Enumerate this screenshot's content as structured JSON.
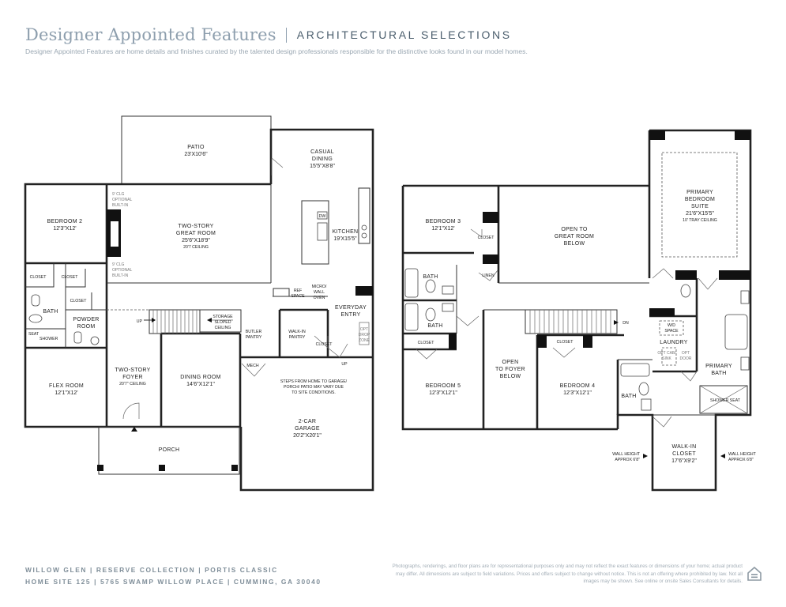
{
  "header": {
    "title": "Designer Appointed Features",
    "subtitle": "ARCHITECTURAL SELECTIONS",
    "description": "Designer Appointed Features are home details and finishes curated by the talented design professionals responsible for the distinctive looks found in our model homes."
  },
  "first_floor": {
    "patio": {
      "name": "PATIO",
      "dim": "23'X10'6\""
    },
    "casual_dining": {
      "name": "CASUAL",
      "name2": "DINING",
      "dim": "15'5\"X8'8\""
    },
    "bedroom2": {
      "name": "BEDROOM 2",
      "dim": "12'3\"X12'"
    },
    "great_room": {
      "name": "TWO-STORY",
      "name2": "GREAT ROOM",
      "dim": "25'6\"X18'9\"",
      "note": "20'7 CEILING"
    },
    "kitchen": {
      "name": "KITCHEN",
      "dim": "19'X15'5\""
    },
    "clg_top": {
      "l1": "9' CLG",
      "l2": "OPTIONAL",
      "l3": "BUILT-IN"
    },
    "clg_bottom": {
      "l1": "9' CLG",
      "l2": "OPTIONAL",
      "l3": "BUILT-IN"
    },
    "dw": "DW",
    "ref_space": {
      "l1": "REF",
      "l2": "SPACE"
    },
    "micro_wall_oven": {
      "l1": "MICRO/",
      "l2": "WALL",
      "l3": "OVEN"
    },
    "everyday_entry": {
      "l1": "EVERYDAY",
      "l2": "ENTRY"
    },
    "closet_a": "CLOSET",
    "closet_b": "CLOSET",
    "closet_c": "CLOSET",
    "closet_d": "CLOSET",
    "bath": "BATH",
    "powder_room": {
      "l1": "POWDER",
      "l2": "ROOM"
    },
    "seat": "SEAT",
    "shower": "SHOWER",
    "up_label": "UP",
    "up_label2": "UP",
    "storage": {
      "l1": "STORAGE",
      "l2": "SLOPED",
      "l3": "CEILING"
    },
    "butler_pantry": {
      "l1": "BUTLER",
      "l2": "PANTRY"
    },
    "walkin_pantry": {
      "l1": "WALK-IN",
      "l2": "PANTRY"
    },
    "opt_drop_zone": {
      "l1": "OPT",
      "l2": "DROP",
      "l3": "ZONE"
    },
    "flex_room": {
      "name": "FLEX ROOM",
      "dim": "12'1\"X12'"
    },
    "foyer": {
      "name": "TWO-STORY",
      "name2": "FOYER",
      "note": "20'7\" CEILING"
    },
    "dining_room": {
      "name": "DINING ROOM",
      "dim": "14'6\"X12'1\""
    },
    "mech": "MECH",
    "steps_note": {
      "l1": "STEPS FROM HOME TO GARAGE/",
      "l2": "PORCH/ PATIO MAY VARY DUE",
      "l3": "TO SITE CONDITIONS."
    },
    "garage": {
      "name": "2-CAR",
      "name2": "GARAGE",
      "dim": "20'2\"X20'1\""
    },
    "porch": "PORCH"
  },
  "second_floor": {
    "bedroom3": {
      "name": "BEDROOM 3",
      "dim": "12'1\"X12'"
    },
    "open_great": {
      "l1": "OPEN TO",
      "l2": "GREAT ROOM",
      "l3": "BELOW"
    },
    "primary": {
      "l1": "PRIMARY",
      "l2": "BEDROOM",
      "l3": "SUITE",
      "dim": "21'6\"X15'5\"",
      "note": "10' TRAY CEILING"
    },
    "closet_b3": "CLOSET",
    "linen": "LINEN",
    "bath_a": "BATH",
    "bath_b": "BATH",
    "closet_b5": "CLOSET",
    "bedroom5": {
      "name": "BEDROOM 5",
      "dim": "12'3\"X12'1\""
    },
    "open_foyer": {
      "l1": "OPEN",
      "l2": "TO FOYER",
      "l3": "BELOW"
    },
    "closet_b4": "CLOSET",
    "bedroom4": {
      "name": "BEDROOM 4",
      "dim": "12'3\"X12'1\""
    },
    "dn": "DN",
    "wd_space": {
      "l1": "W/D",
      "l2": "SPACE"
    },
    "laundry": "LAUNDRY",
    "opt_cab": {
      "l1": "OPT CAB/",
      "l2": "SINK"
    },
    "opt_door": {
      "l1": "OPT",
      "l2": "DOOR"
    },
    "bath_c": "BATH",
    "primary_bath": {
      "l1": "PRIMARY",
      "l2": "BATH"
    },
    "shower_seat": "SHOWER SEAT",
    "walkin_closet": {
      "l1": "WALK-IN",
      "l2": "CLOSET",
      "dim": "17'6\"X9'2\""
    },
    "wall_height_left": {
      "l1": "WALL HEIGHT",
      "l2": "APPROX 6'8\""
    },
    "wall_height_right": {
      "l1": "WALL HEIGHT",
      "l2": "APPROX 6'8\""
    }
  },
  "footer": {
    "line1": "WILLOW GLEN  |  RESERVE COLLECTION  |  PORTIS CLASSIC",
    "line2": "HOME SITE 125  |  5765 SWAMP WILLOW PLACE  |  CUMMING, GA 30040",
    "disclaimer": "Photographs, renderings, and floor plans are for representational purposes only and may not reflect the exact features or dimensions of your home; actual product may differ. All dimensions are subject to field variations. Prices and offers subject to change without notice. This is not an offering where prohibited by law. Not all images may be shown. See online or onsite Sales Consultants for details."
  },
  "colors": {
    "title": "#8e9fae",
    "subtitle": "#4a5d6c",
    "footer": "#7f8e99",
    "walls": "#222222"
  },
  "icons": {
    "equal_housing": "equal-housing-icon",
    "stair_arrow": "arrow-icon"
  }
}
